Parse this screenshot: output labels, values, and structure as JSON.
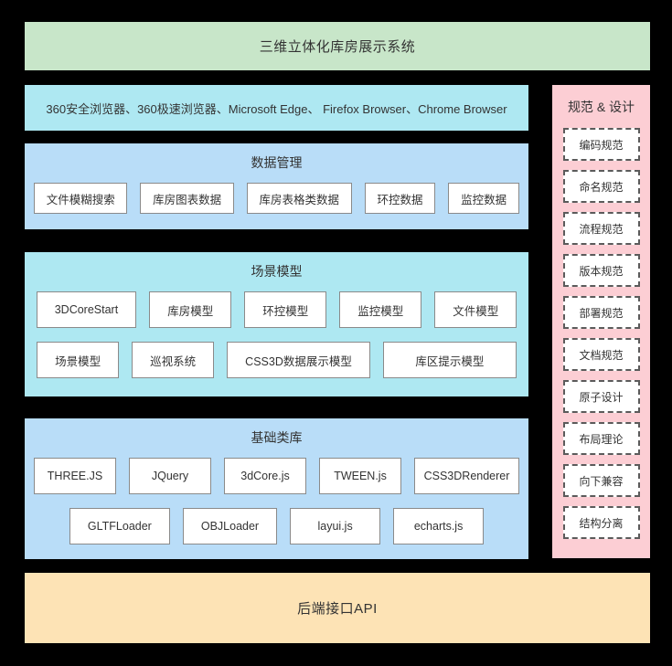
{
  "header": {
    "title": "三维立体化库房展示系统"
  },
  "browser_bar": {
    "text": "360安全浏览器、360极速浏览器、Microsoft Edge、 Firefox Browser、Chrome Browser"
  },
  "sections": [
    {
      "title": "数据管理",
      "rows": [
        [
          "文件模糊搜索",
          "库房图表数据",
          "库房表格类数据",
          "环控数据",
          "监控数据"
        ]
      ]
    },
    {
      "title": "场景模型",
      "rows": [
        [
          "3DCoreStart",
          "库房模型",
          "环控模型",
          "监控模型",
          "文件模型"
        ],
        [
          "场景模型",
          "巡视系统",
          "CSS3D数据展示模型",
          "库区提示模型"
        ]
      ]
    },
    {
      "title": "基础类库",
      "rows": [
        [
          "THREE.JS",
          "JQuery",
          "3dCore.js",
          "TWEEN.js",
          "CSS3DRenderer"
        ],
        [
          "GLTFLoader",
          "OBJLoader",
          "layui.js",
          "echarts.js"
        ]
      ]
    }
  ],
  "sidebar": {
    "title": "规范 & 设计",
    "items": [
      "编码规范",
      "命名规范",
      "流程规范",
      "版本规范",
      "部署规范",
      "文档规范",
      "原子设计",
      "布局理论",
      "向下兼容",
      "结构分离"
    ]
  },
  "footer": {
    "title": "后端接口API"
  },
  "colors": {
    "green": "#c8e6c9",
    "cyan": "#aee8f2",
    "blue": "#b9ddf8",
    "pink": "#fcced4",
    "orange": "#fde3b5",
    "box_border": "#8a8a8a",
    "dashed_border": "#5b5b5b",
    "text": "#333333",
    "background": "#000000"
  }
}
